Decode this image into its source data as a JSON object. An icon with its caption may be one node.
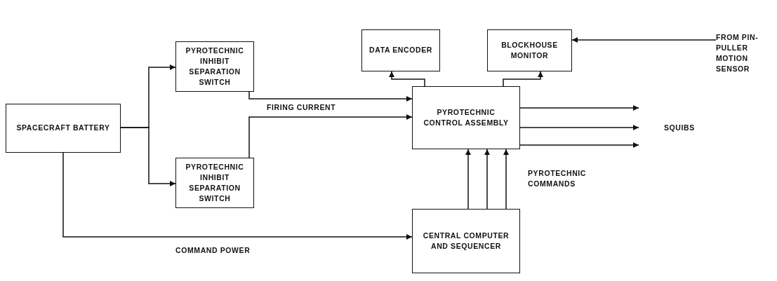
{
  "diagram": {
    "nodes": [
      {
        "text": [
          "SPACECRAFT BATTERY"
        ]
      },
      {
        "text": [
          "PYROTECHNIC INHIBIT SEPARATION SWITCH"
        ]
      },
      {
        "text": [
          "PYROTECHNIC INHIBIT SEPARATION SWITCH"
        ]
      },
      {
        "text": [
          "DATA ENCODER"
        ]
      },
      {
        "text": [
          "BLOCKHOUSE MONITOR"
        ]
      },
      {
        "text": [
          "FROM PIN-PULLER MOTION SENSOR"
        ]
      },
      {
        "text": [
          "PYROTECHNIC CONTROL ASSEMBLY"
        ]
      },
      {
        "text": [
          "CENTRAL COMPUTER AND SEQUENCER"
        ]
      }
    ],
    "edges": [
      {
        "from": 0,
        "to": 1,
        "arrow": "to"
      },
      {
        "from": 0,
        "to": 2,
        "arrow": "to"
      },
      {
        "from": 1,
        "to": 6,
        "arrow": "to"
      },
      {
        "from": 2,
        "to": 6,
        "arrow": "to"
      },
      {
        "from": 6,
        "to": 3,
        "arrow": "to"
      },
      {
        "from": 6,
        "to": 4,
        "arrow": "to"
      },
      {
        "from": 5,
        "to": 4,
        "arrow": "to"
      },
      {
        "from": 6,
        "to": null,
        "arrow": "to"
      },
      {
        "from": 6,
        "to": null,
        "arrow": "to"
      },
      {
        "from": 6,
        "to": null,
        "arrow": "to"
      },
      {
        "from": 7,
        "to": 6,
        "arrow": "to"
      },
      {
        "from": 7,
        "to": 6,
        "arrow": "to"
      },
      {
        "from": 7,
        "to": 6,
        "arrow": "to"
      },
      {
        "from": 0,
        "to": 7,
        "arrow": "to",
        "label": "COMMAND POWER"
      }
    ],
    "labels": [
      "FIRING CURRENT",
      "SQUIBS",
      "PYROTECHNIC COMMANDS"
    ]
  }
}
